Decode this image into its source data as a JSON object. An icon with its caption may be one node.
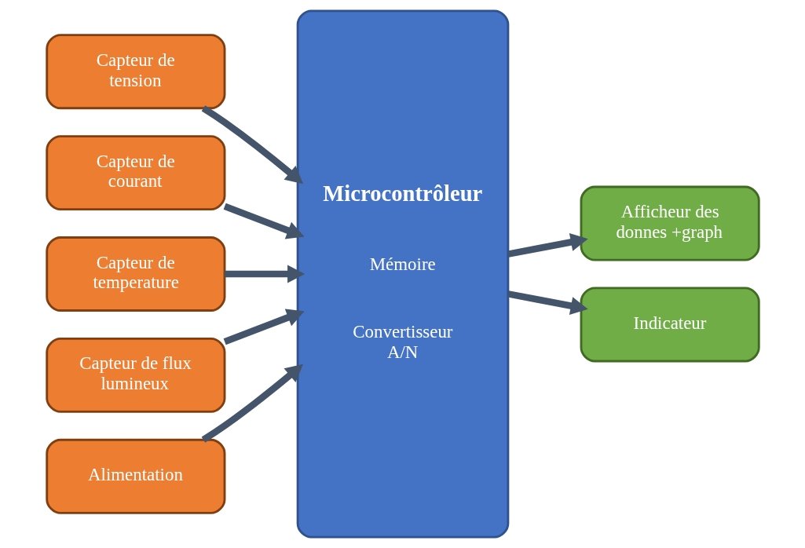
{
  "diagram": {
    "nodes": [
      {
        "text": [
          "Capteur de tension"
        ]
      },
      {
        "text": [
          "Capteur de courant"
        ]
      },
      {
        "text": [
          "Capteur de temperature"
        ]
      },
      {
        "text": [
          "Capteur de flux lumineux"
        ]
      },
      {
        "text": [
          "Alimentation"
        ]
      },
      {
        "text": [
          "Microcontrôleur",
          "Mémoire",
          "Convertisseur A/N"
        ]
      },
      {
        "text": [
          "Afficheur des donnes +graph"
        ]
      },
      {
        "text": [
          "Indicateur"
        ]
      }
    ],
    "edges": [
      {
        "from": 0,
        "to": 5,
        "arrow": "to"
      },
      {
        "from": 1,
        "to": 5,
        "arrow": "to"
      },
      {
        "from": 2,
        "to": 5,
        "arrow": "to"
      },
      {
        "from": 3,
        "to": 5,
        "arrow": "to"
      },
      {
        "from": 4,
        "to": 5,
        "arrow": "to"
      },
      {
        "from": 5,
        "to": 6,
        "arrow": "to"
      },
      {
        "from": 5,
        "to": 7,
        "arrow": "to"
      }
    ]
  }
}
